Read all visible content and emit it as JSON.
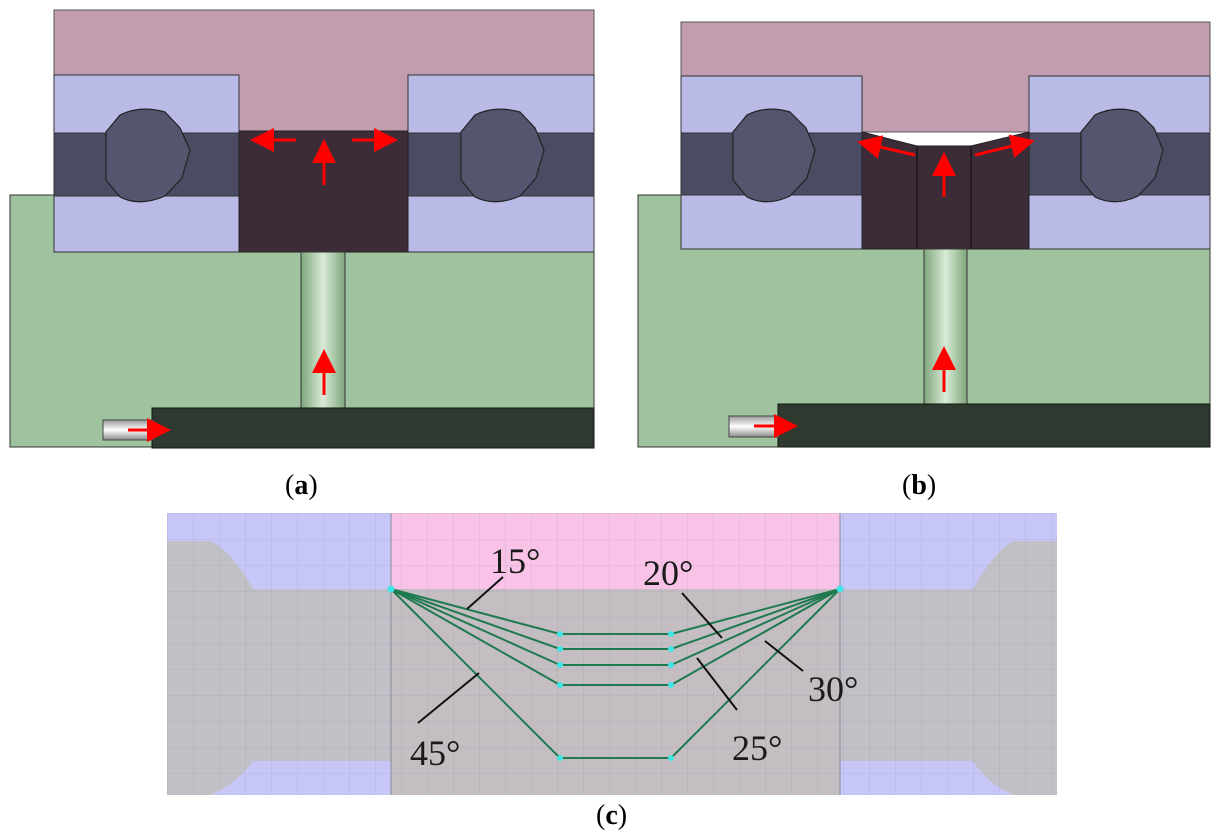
{
  "panels": {
    "a": {
      "letter": "a"
    },
    "b": {
      "letter": "b"
    },
    "c": {
      "letter": "c"
    }
  },
  "angles": {
    "a15": "15°",
    "a20": "20°",
    "a25": "25°",
    "a30": "30°",
    "a45": "45°"
  },
  "colors": {
    "punch": "#c19daf",
    "die_blue": "#babae7",
    "workpiece_dark": "#4b4b63",
    "ball": "#55556f",
    "center_block": "#3c2c38",
    "base_green": "#a0c39f",
    "slider": "#2e3a30",
    "arrow": "#ff0000",
    "pink_zone": "#f8c3e6",
    "grey_zone": "#c4bdc1",
    "guide_line": "#1f7a4f",
    "node_point": "#3fe6e6"
  }
}
